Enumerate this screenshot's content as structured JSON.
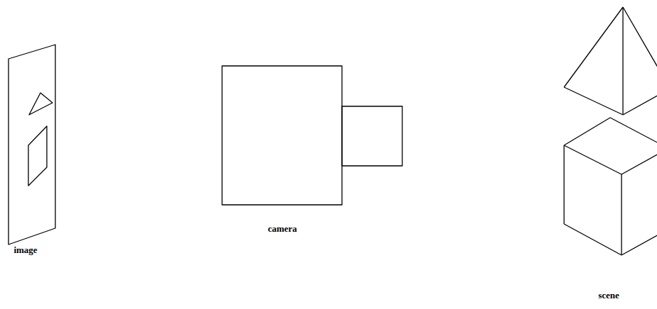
{
  "diagram": {
    "labels": [
      "image",
      "camera",
      "scene"
    ]
  }
}
